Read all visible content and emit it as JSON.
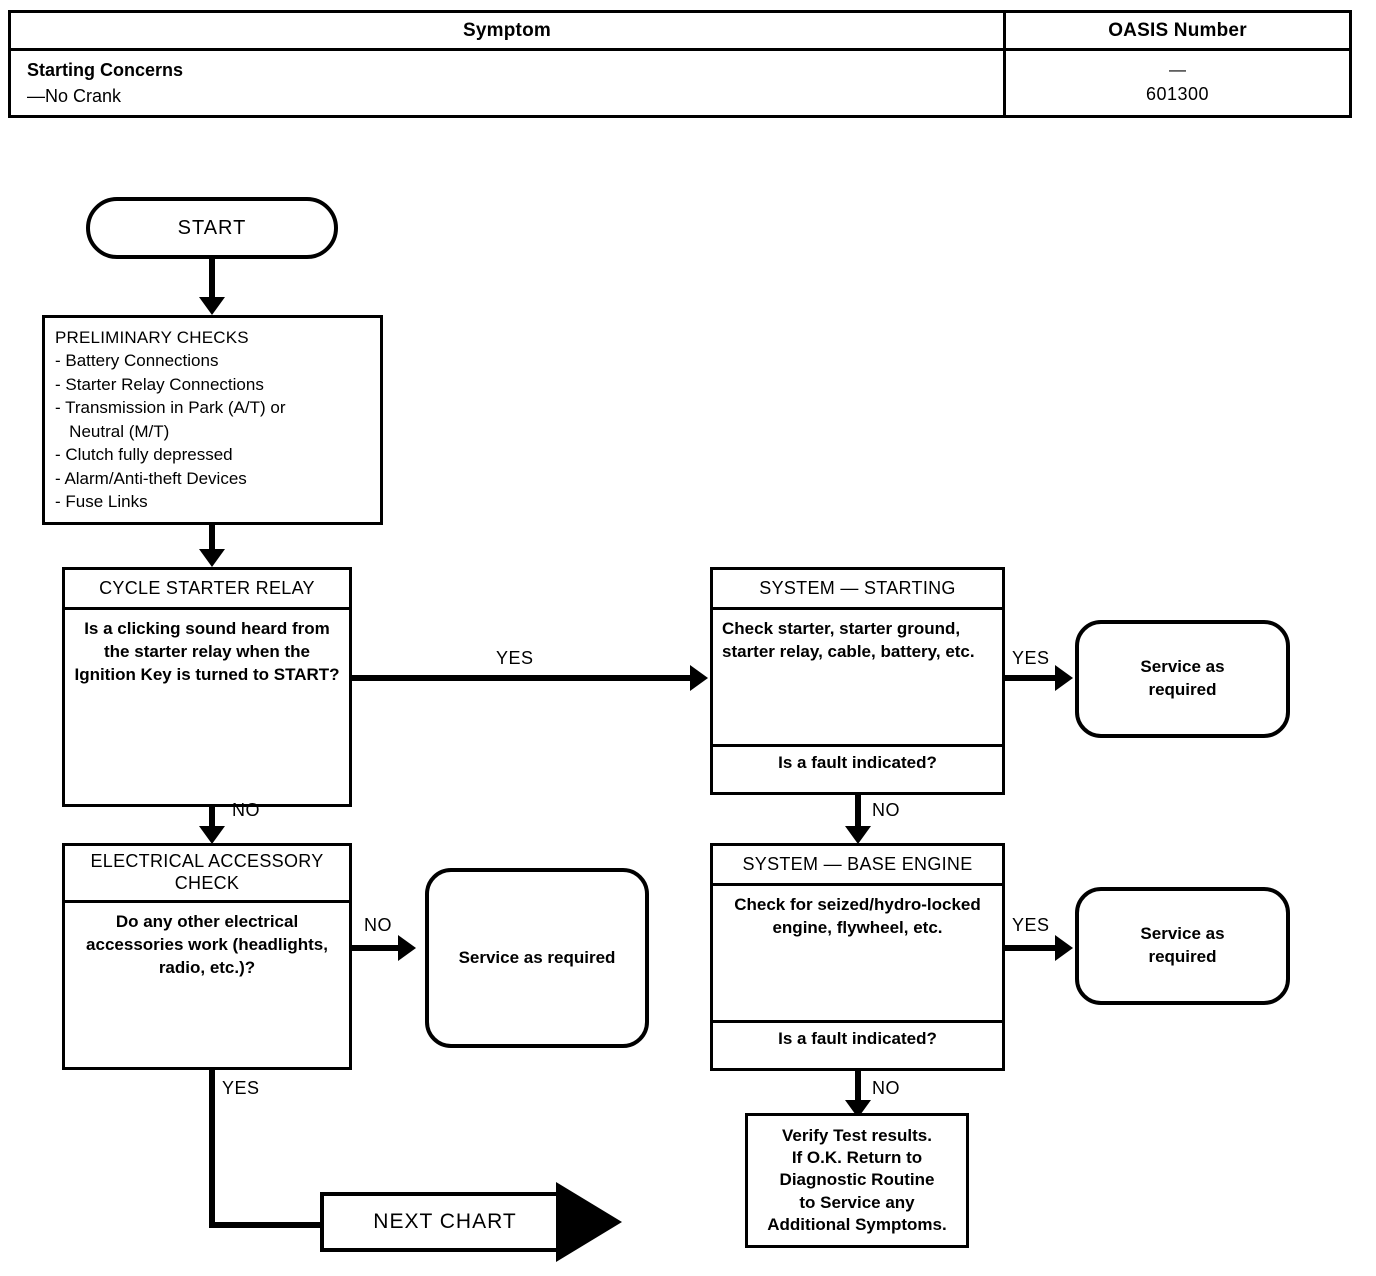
{
  "header_table": {
    "columns": [
      "Symptom",
      "OASIS Number"
    ],
    "row": {
      "symptom_title": "Starting Concerns",
      "symptom_detail": "—No Crank",
      "oasis_dash": "—",
      "oasis_number": "601300"
    }
  },
  "flow": {
    "start": {
      "label": "START"
    },
    "preliminary": {
      "title": "PRELIMINARY CHECKS",
      "items": [
        "- Battery Connections",
        "- Starter Relay Connections",
        "- Transmission in Park (A/T) or",
        "   Neutral (M/T)",
        "- Clutch fully depressed",
        "- Alarm/Anti-theft Devices",
        "- Fuse Links"
      ]
    },
    "cycle_starter_relay": {
      "title": "CYCLE STARTER RELAY",
      "question": "Is a clicking sound heard from the starter relay when the Ignition Key is turned to START?"
    },
    "system_starting": {
      "title": "SYSTEM — STARTING",
      "body": "Check starter, starter ground, starter relay, cable, battery, etc.",
      "footer": "Is a fault indicated?"
    },
    "electrical_accessory_check": {
      "title": "ELECTRICAL ACCESSORY CHECK",
      "question": "Do any other electrical accessories work (headlights, radio, etc.)?"
    },
    "system_base_engine": {
      "title": "SYSTEM — BASE ENGINE",
      "body": "Check for seized/hydro-locked engine, flywheel, etc.",
      "footer": "Is a fault indicated?"
    },
    "service_starting": {
      "label": "Service as\nrequired"
    },
    "service_accessory": {
      "label": "Service as required"
    },
    "service_base_engine": {
      "label": "Service as\nrequired"
    },
    "verify": {
      "label": "Verify Test results.\nIf O.K. Return to\nDiagnostic Routine\nto Service any\nAdditional Symptoms."
    },
    "next_chart": {
      "label": "NEXT   CHART"
    },
    "edges": {
      "relay_yes": "YES",
      "relay_no": "NO",
      "starting_yes": "YES",
      "starting_no": "NO",
      "accessory_no": "NO",
      "accessory_yes": "YES",
      "base_engine_yes": "YES",
      "base_engine_no": "NO"
    }
  },
  "colors": {
    "ink": "#000000",
    "paper": "#ffffff"
  }
}
